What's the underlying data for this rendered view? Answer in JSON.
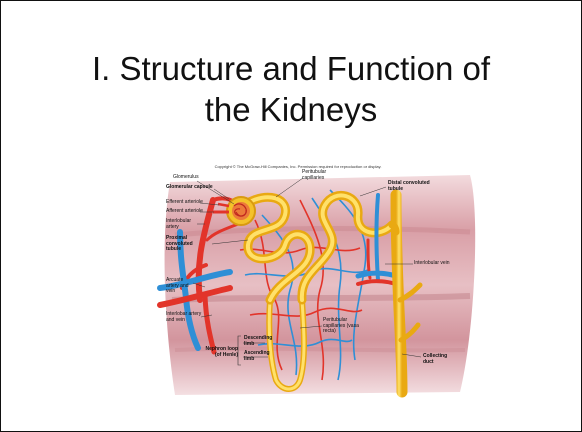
{
  "title_line1": "I. Structure and Function of",
  "title_line2": "the Kidneys",
  "copyright": "Copyright © The McGraw-Hill Companies, Inc. Permission required for reproduction or display.",
  "labels": {
    "glomerulus": "Glomerulus",
    "glomerular_capsule": "Glomerular capsule",
    "efferent_arteriole": "Efferent arteriole",
    "afferent_arteriole": "Afferent arteriole",
    "interlobular_artery": "Interlobular artery",
    "proximal_tubule": "Proximal convoluted tubule",
    "arcuate": "Arcuate artery and vein",
    "interlobar": "Interlobar artery and vein",
    "peritubular_top": "Peritubular capillaries",
    "distal_tubule": "Distal convoluted tubule",
    "interlobular_vein": "Interlobular vein",
    "peritubular_vasa": "Peritubular capillaries (vasa recta)",
    "descending_limb": "Descending limb",
    "ascending_limb": "Ascending limb",
    "nephron_loop": "Nephron loop (of Henle)",
    "collecting_duct": "Collecting duct"
  },
  "colors": {
    "artery": "#e2342a",
    "vein": "#2f8fd6",
    "tubule": "#f4c22a",
    "tissue": "#d9a6ac"
  }
}
